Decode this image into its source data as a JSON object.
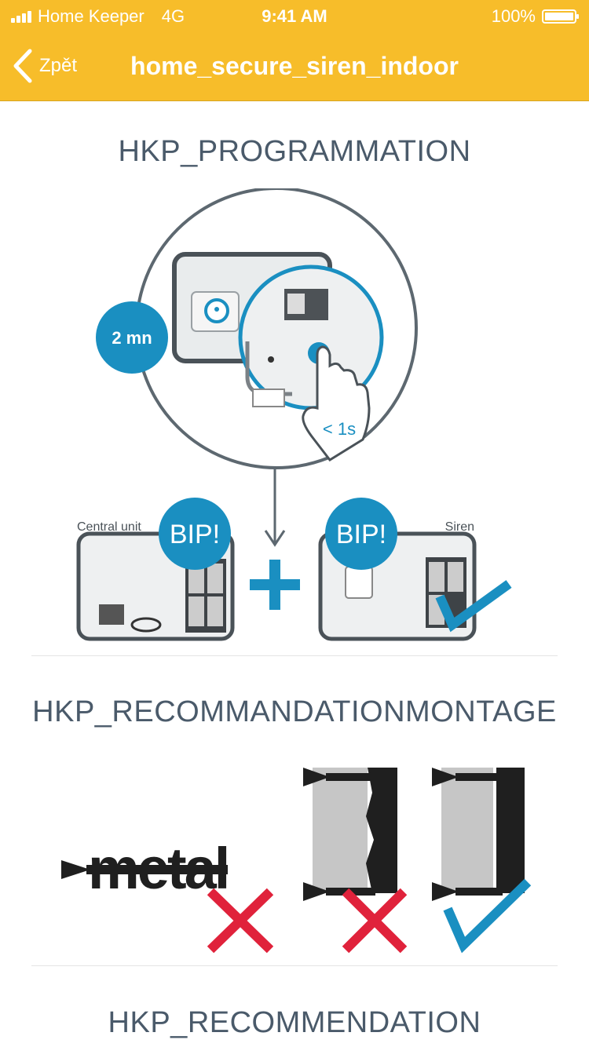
{
  "status_bar": {
    "carrier": "Home Keeper",
    "network": "4G",
    "time": "9:41 AM",
    "battery": "100%"
  },
  "nav": {
    "back_label": "Zpět",
    "title": "home_secure_siren_indoor"
  },
  "sections": {
    "programmation": {
      "title": "HKP_PROGRAMMATION",
      "timer_badge": "2 mn",
      "press_duration": "< 1s",
      "central_label": "Central unit",
      "siren_label": "Siren",
      "bip_left": "BIP!",
      "bip_right": "BIP!"
    },
    "recommandation_montage": {
      "title": "HKP_RECOMMANDATIONMONTAGE",
      "metal_label": "metal"
    },
    "recommendation": {
      "title": "HKP_RECOMMENDATION"
    }
  },
  "colors": {
    "accent_yellow": "#f7bd2a",
    "accent_blue": "#1a8fc1",
    "wrong_red": "#e0223b",
    "text_slate": "#4a5a6a"
  }
}
